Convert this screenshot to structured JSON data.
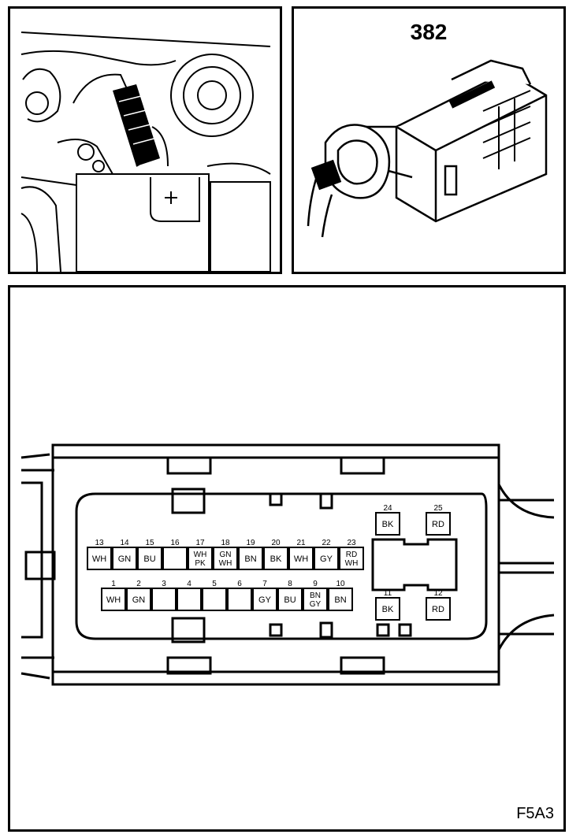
{
  "connector_ref": "382",
  "figure_code": "F5A3",
  "pins": [
    {
      "num": "1",
      "color": "WH"
    },
    {
      "num": "2",
      "color": "GN"
    },
    {
      "num": "3",
      "color": ""
    },
    {
      "num": "4",
      "color": ""
    },
    {
      "num": "5",
      "color": ""
    },
    {
      "num": "6",
      "color": ""
    },
    {
      "num": "7",
      "color": "GY"
    },
    {
      "num": "8",
      "color": "BU"
    },
    {
      "num": "9",
      "color": "BN GY"
    },
    {
      "num": "10",
      "color": "BN"
    },
    {
      "num": "11",
      "color": "BK"
    },
    {
      "num": "12",
      "color": "RD"
    },
    {
      "num": "13",
      "color": "WH"
    },
    {
      "num": "14",
      "color": "GN"
    },
    {
      "num": "15",
      "color": "BU"
    },
    {
      "num": "16",
      "color": ""
    },
    {
      "num": "17",
      "color": "WH PK"
    },
    {
      "num": "18",
      "color": "GN WH"
    },
    {
      "num": "19",
      "color": "BN"
    },
    {
      "num": "20",
      "color": "BK"
    },
    {
      "num": "21",
      "color": "WH"
    },
    {
      "num": "22",
      "color": "GY"
    },
    {
      "num": "23",
      "color": "RD WH"
    },
    {
      "num": "24",
      "color": "BK"
    },
    {
      "num": "25",
      "color": "RD"
    }
  ]
}
